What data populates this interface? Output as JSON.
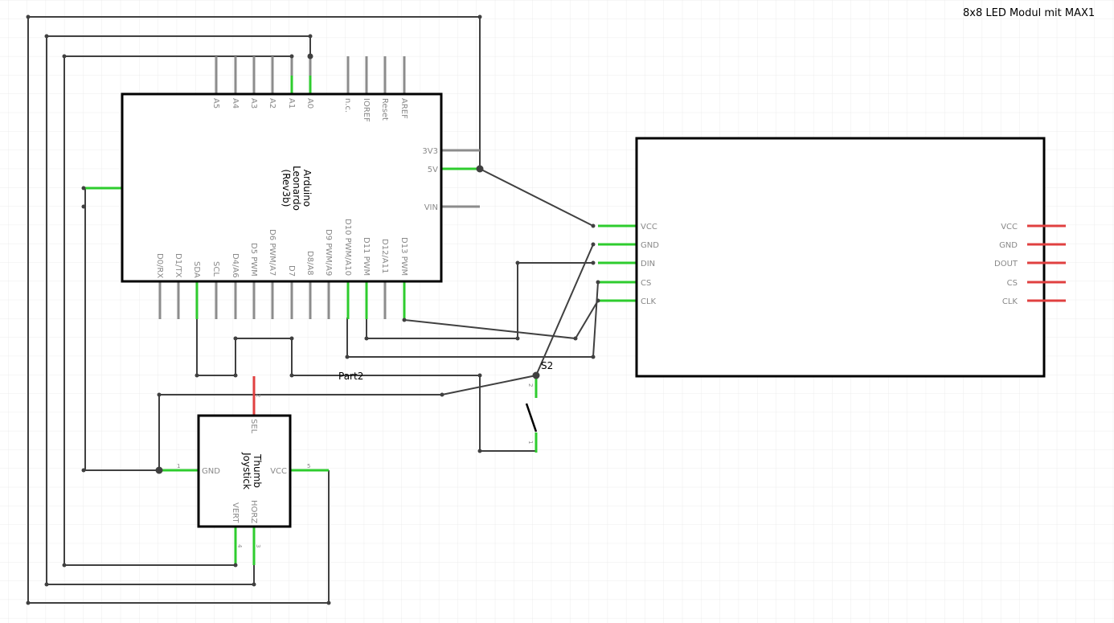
{
  "title": "8x8 LED Modul mit MAX1",
  "arduino": {
    "name_lines": [
      "Arduino",
      "Leonardo",
      "(Rev3b)"
    ],
    "top_pins": [
      "A5",
      "A4",
      "A3",
      "A2",
      "A1",
      "A0",
      "n.c.",
      "IOREF",
      "Reset",
      "AREF"
    ],
    "right_pins": [
      "3V3",
      "5V",
      "VIN"
    ],
    "bottom_pins": [
      "D0/RX",
      "D1/TX",
      "SDA",
      "SCL",
      "D4/A6",
      "D5 PWM",
      "D6 PWM/A7",
      "D7",
      "D8/A8",
      "D9 PWM/A9",
      "D10 PWM/A10",
      "D11 PWM",
      "D12/A11",
      "D13 PWM"
    ]
  },
  "led_module": {
    "left_pins": [
      "VCC",
      "GND",
      "DIN",
      "CS",
      "CLK"
    ],
    "right_pins": [
      "VCC",
      "GND",
      "DOUT",
      "CS",
      "CLK"
    ]
  },
  "joystick": {
    "name_lines": [
      "Thumb",
      "Joystick"
    ],
    "pins": {
      "sel": "SEL",
      "gnd": "GND",
      "vcc": "VCC",
      "vert": "VERT",
      "horz": "HORZ"
    },
    "pin_numbers": {
      "sel": "2",
      "gnd": "1",
      "vcc": "5",
      "vert": "4",
      "horz": "3"
    }
  },
  "labels": {
    "part2": "Part2",
    "s2": "S2"
  },
  "switch_pins": {
    "top": "2",
    "bottom": "1"
  },
  "colors": {
    "background": "#ffffff",
    "grid": "#e6e6e6",
    "wire": "#404040",
    "lead": "#8c8c8c",
    "connected_lead": "#2ecc2e",
    "unconnected_lead": "#e04040"
  }
}
